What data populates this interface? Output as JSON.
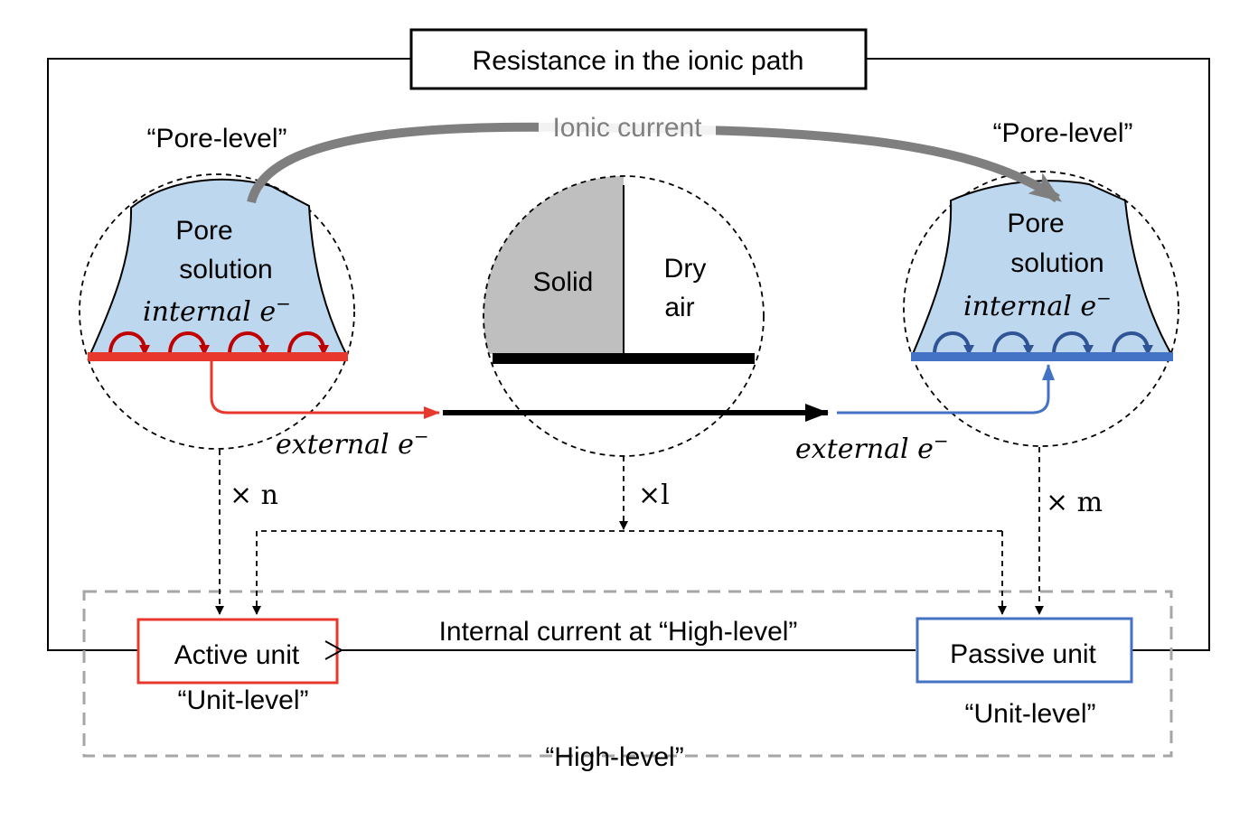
{
  "title": "Resistance in the ionic path",
  "ionic_current": "Ionic current",
  "left": {
    "level": "“Pore-level”",
    "pore_line1": "Pore",
    "pore_line2": "solution",
    "internal": "internal e",
    "internal_sup": "−",
    "external": "external e",
    "external_sup": "−",
    "multiplier": "× n",
    "accent": "#e8382d"
  },
  "middle": {
    "solid": "Solid",
    "dry_line1": "Dry",
    "dry_line2": "air",
    "multiplier": "×l"
  },
  "right": {
    "level": "“Pore-level”",
    "pore_line1": "Pore",
    "pore_line2": "solution",
    "internal": "internal e",
    "internal_sup": "−",
    "external": "external e",
    "external_sup": "−",
    "multiplier": "× m",
    "accent": "#4472c4"
  },
  "active_unit": {
    "label": "Active unit",
    "level": "“Unit-level”"
  },
  "passive_unit": {
    "label": "Passive unit",
    "level": "“Unit-level”"
  },
  "internal_current": "Internal current at “High-level”",
  "high_level": "“High-level”",
  "colors": {
    "pore_fill": "#bdd7ee",
    "solid_fill": "#bfbfbf",
    "ionic_arrow": "#7f7f7f",
    "high_level_border": "#a6a6a6"
  }
}
